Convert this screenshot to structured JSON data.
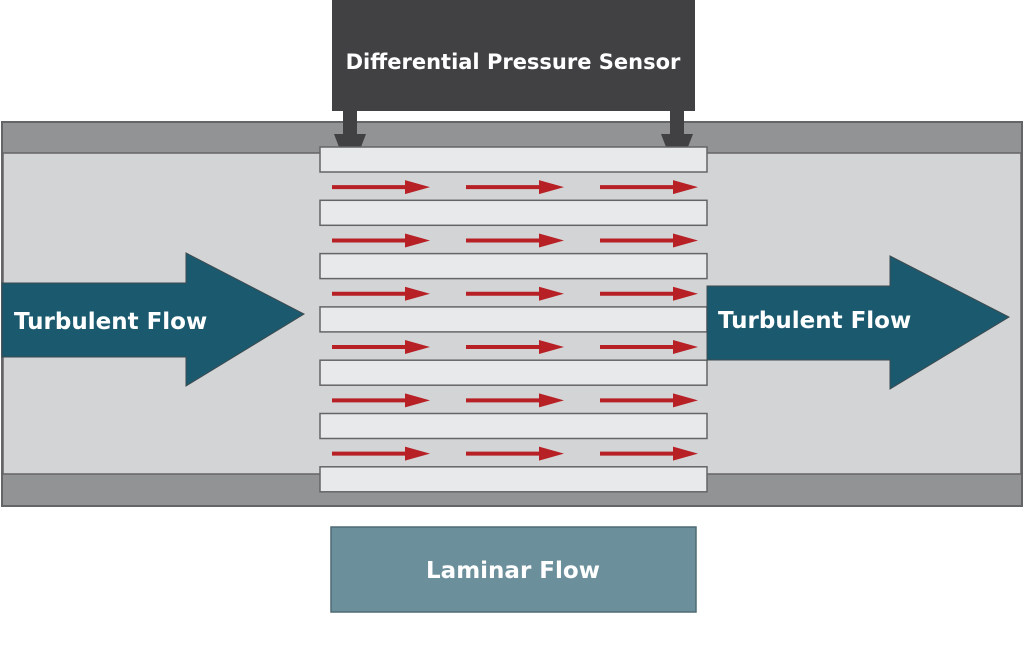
{
  "diagram": {
    "sensor": {
      "label": "Differential Pressure Sensor"
    },
    "inlet_arrow": {
      "label": "Turbulent Flow"
    },
    "outlet_arrow": {
      "label": "Turbulent Flow"
    },
    "laminar_box": {
      "label": "Laminar Flow"
    },
    "plate_count": 7,
    "flow_arrow_rows": 6,
    "flow_arrows_per_row": 3,
    "colors": {
      "sensor": "#414143",
      "pipe_wall": "#929395",
      "pipe_interior": "#d3d4d6",
      "plate": "#e8e9eb",
      "plate_border": "#646567",
      "flow_arrow_red": "#b72025",
      "turbulent_arrow": "#1b5a6e",
      "laminar_box": "#6b8f9b"
    }
  }
}
